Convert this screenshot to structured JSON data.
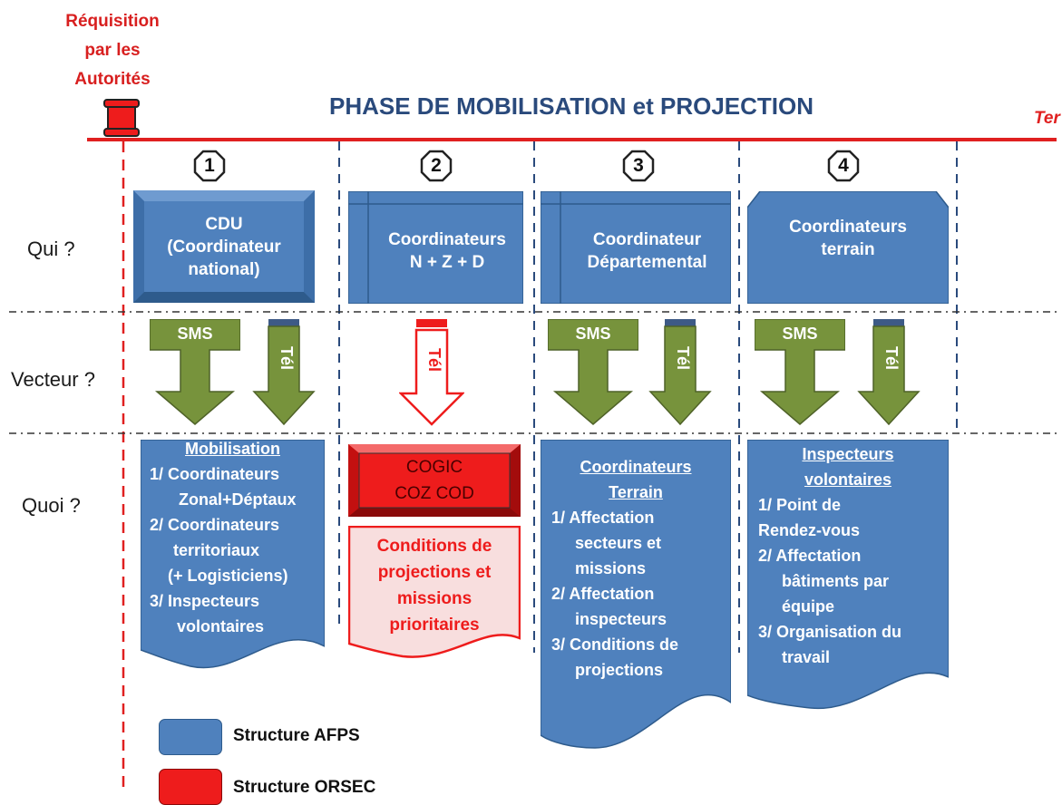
{
  "requisition": [
    "Réquisition",
    "par les",
    "Autorités"
  ],
  "title": "PHASE DE MOBILISATION et PROJECTION",
  "timeline_label": "Ter",
  "row_labels": {
    "qui": "Qui ?",
    "vecteur": "Vecteur ?",
    "quoi": "Quoi ?"
  },
  "steps": [
    "1",
    "2",
    "3",
    "4"
  ],
  "qui": {
    "c1": [
      "CDU",
      "(Coordinateur",
      "national)"
    ],
    "c2": [
      "Coordinateurs",
      "N + Z + D"
    ],
    "c3": [
      "Coordinateur",
      "Départemental"
    ],
    "c4": [
      "Coordinateurs",
      "terrain"
    ]
  },
  "vecteur": {
    "sms": "SMS",
    "tel": "Tél"
  },
  "quoi": {
    "c1": {
      "heading": "Mobilisation",
      "lines": [
        "1/ Coordinateurs",
        "Zonal+Déptaux",
        "2/ Coordinateurs",
        "territoriaux",
        "(+ Logisticiens)",
        "3/ Inspecteurs",
        "volontaires"
      ]
    },
    "c2_box": [
      "COGIC",
      "COZ COD"
    ],
    "c2_doc": [
      "Conditions de",
      "projections et",
      "missions",
      "prioritaires"
    ],
    "c3": {
      "heading": [
        "Coordinateurs",
        "Terrain"
      ],
      "lines": [
        "1/ Affectation",
        "secteurs et",
        "missions",
        "2/ Affectation",
        "inspecteurs",
        "3/ Conditions de",
        "projections"
      ]
    },
    "c4": {
      "heading": [
        "Inspecteurs",
        "volontaires"
      ],
      "lines": [
        "1/ Point de",
        "Rendez-vous",
        "2/ Affectation",
        "bâtiments par",
        "équipe",
        "3/ Organisation du",
        "travail"
      ]
    }
  },
  "legend": [
    {
      "label": "Structure AFPS",
      "color": "#4f81bd"
    },
    {
      "label": "Structure ORSEC",
      "color": "#ee1c1c"
    }
  ],
  "colors": {
    "blue": "#4f81bd",
    "red": "#ee1c1c",
    "green": "#77933c",
    "title": "#2a4a7c"
  }
}
